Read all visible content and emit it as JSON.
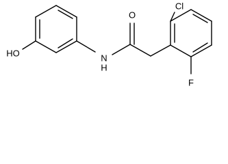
{
  "molecule": {
    "atoms": {
      "oxygen_carbonyl": "O",
      "chlorine": "Cl",
      "hydroxyl": "HO",
      "amide_nh": "N",
      "amide_h": "H",
      "fluorine": "F"
    }
  }
}
